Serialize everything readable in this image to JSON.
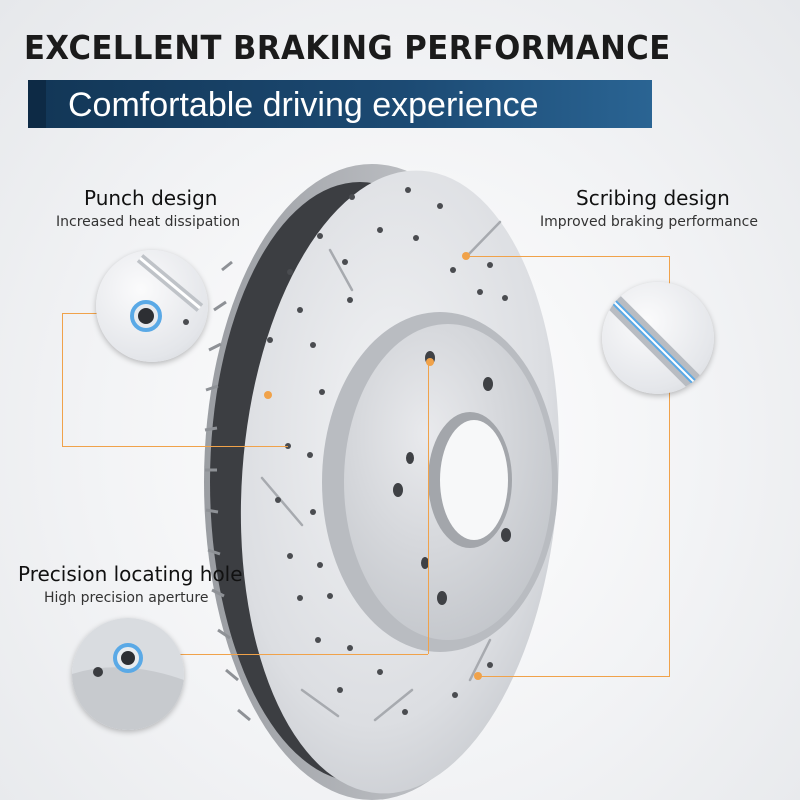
{
  "header": {
    "headline": "EXCELLENT BRAKING PERFORMANCE",
    "subheadline": "Comfortable driving experience"
  },
  "features": [
    {
      "title": "Punch design",
      "subtitle": "Increased heat dissipation"
    },
    {
      "title": "Scribing design",
      "subtitle": "Improved braking performance"
    },
    {
      "title": "Precision locating hole",
      "subtitle": "High precision aperture"
    }
  ],
  "colors": {
    "banner": "#1c4a73",
    "callout_line": "#f0a24a",
    "highlight_blue": "#5aa9e6"
  }
}
